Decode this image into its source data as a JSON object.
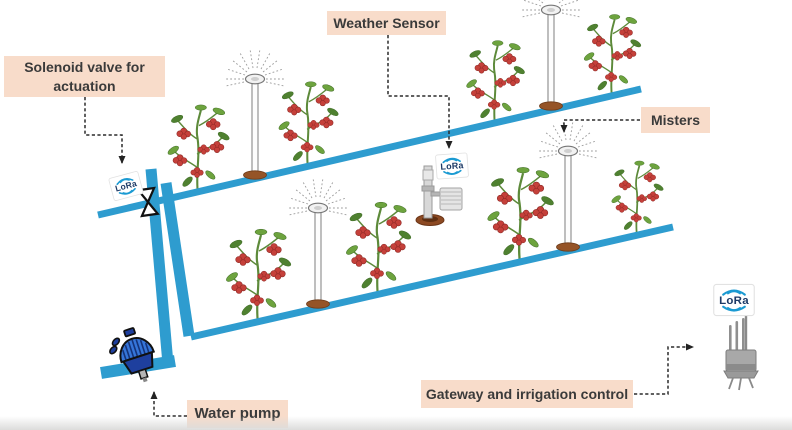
{
  "labels": {
    "solenoid_valve": "Solenoid valve for actuation",
    "weather_sensor": "Weather Sensor",
    "misters": "Misters",
    "gateway": "Gateway and irrigation control",
    "water_pump": "Water pump"
  },
  "badges": {
    "lora": "LoRa"
  },
  "components": {
    "icons": [
      "lora-node-icon",
      "valve-icon",
      "water-pump-icon",
      "mister-sprinkler-icon",
      "raspberry-plant-icon",
      "weather-station-icon",
      "gateway-antenna-icon",
      "irrigation-pipe"
    ],
    "counts": {
      "plants": 8,
      "misters": 4,
      "lora_nodes": 3
    }
  },
  "colors": {
    "pipe_blue": "#2e9ccf",
    "label_bg": "#f8dcca",
    "label_text": "#3a3a3a",
    "lora_arc_blue": "#1b9ad2",
    "lora_text_navy": "#1d3a66",
    "berry_red": "#c5403a",
    "leaf_green": "#6da33e",
    "base_brown": "#8d4a23",
    "pump_blue": "#3575d9",
    "pump_navy": "#1e3f9e"
  }
}
